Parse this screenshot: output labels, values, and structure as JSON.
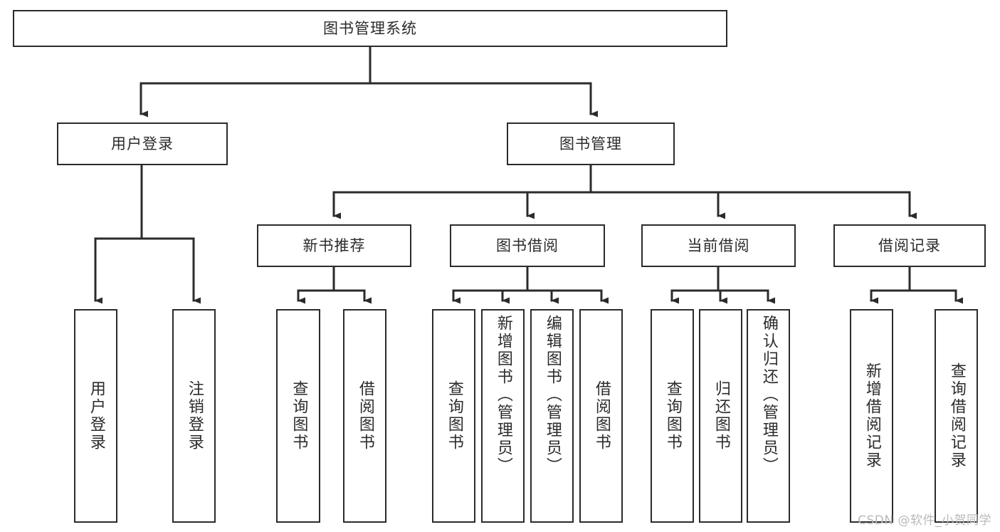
{
  "diagram": {
    "type": "tree",
    "title": "图书管理系统",
    "orientation": "top-down",
    "colors": {
      "box_border": "#2b2b2b",
      "box_fill": "#ffffff",
      "line": "#2b2b2b",
      "text": "#2b2b2b",
      "watermark": "#b9b9b9",
      "background": "#ffffff"
    }
  },
  "watermark": {
    "text": "CSDN @软件_小贺同学"
  },
  "nodes": {
    "root": {
      "label": "图书管理系统",
      "level": 1
    },
    "l2": [
      {
        "id": "user-login",
        "label": "用户登录",
        "level": 2
      },
      {
        "id": "book-manage",
        "label": "图书管理",
        "level": 2
      }
    ],
    "l3": [
      {
        "id": "new-book-recommend",
        "label": "新书推荐",
        "level": 3
      },
      {
        "id": "book-borrow",
        "label": "图书借阅",
        "level": 3
      },
      {
        "id": "current-borrow",
        "label": "当前借阅",
        "level": 3
      },
      {
        "id": "borrow-record",
        "label": "借阅记录",
        "level": 3
      }
    ],
    "leaves": [
      {
        "id": "leaf-user-login",
        "label": "用户登录",
        "parent": "user-login"
      },
      {
        "id": "leaf-logout",
        "label": "注销登录",
        "parent": "user-login"
      },
      {
        "id": "leaf-query-book-1",
        "label": "查询图书",
        "parent": "new-book-recommend"
      },
      {
        "id": "leaf-borrow-book-1",
        "label": "借阅图书",
        "parent": "new-book-recommend"
      },
      {
        "id": "leaf-query-book-2",
        "label": "查询图书",
        "parent": "book-borrow"
      },
      {
        "id": "leaf-add-book",
        "label": "新增图书（管理员）",
        "parent": "book-borrow"
      },
      {
        "id": "leaf-edit-book",
        "label": "编辑图书（管理员）",
        "parent": "book-borrow"
      },
      {
        "id": "leaf-borrow-book-2",
        "label": "借阅图书",
        "parent": "book-borrow"
      },
      {
        "id": "leaf-query-book-3",
        "label": "查询图书",
        "parent": "current-borrow"
      },
      {
        "id": "leaf-return-book",
        "label": "归还图书",
        "parent": "current-borrow"
      },
      {
        "id": "leaf-confirm-return",
        "label": "确认归还（管理员）",
        "parent": "current-borrow"
      },
      {
        "id": "leaf-add-record",
        "label": "新增借阅记录",
        "parent": "borrow-record"
      },
      {
        "id": "leaf-query-record",
        "label": "查询借阅记录",
        "parent": "borrow-record"
      }
    ]
  }
}
